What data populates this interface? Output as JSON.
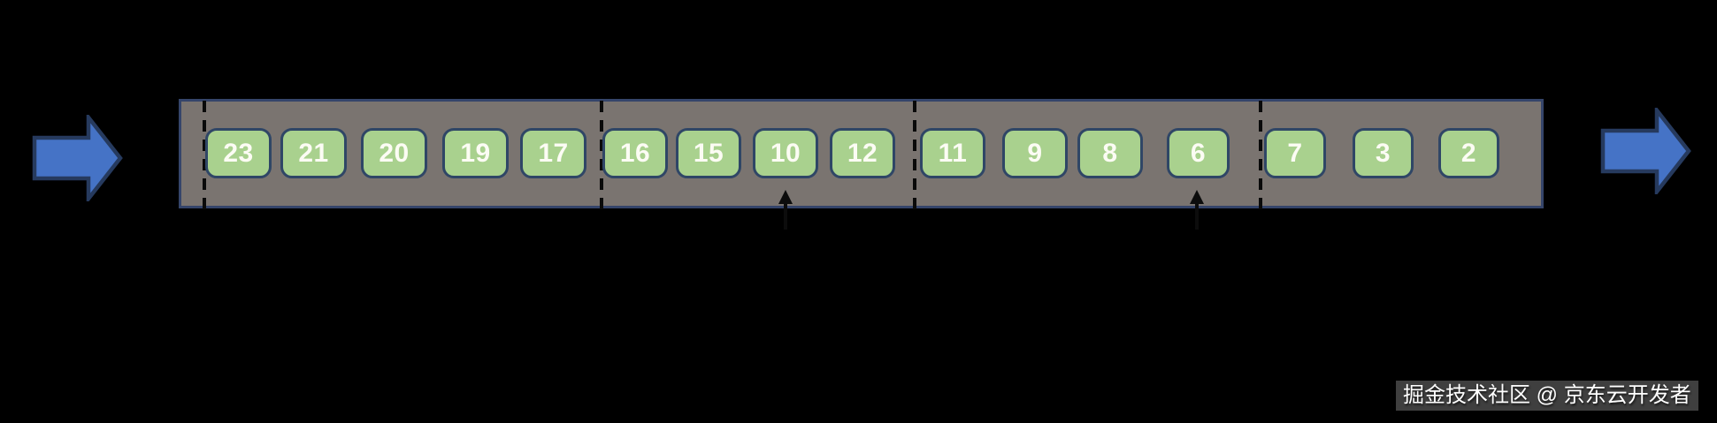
{
  "diagram": {
    "description": "Segmented queue band of numbered cells with flow arrows in and out",
    "boxes": [
      "23",
      "21",
      "20",
      "19",
      "17",
      "16",
      "15",
      "10",
      "12",
      "11",
      "9",
      "8",
      "6",
      "7",
      "3",
      "2"
    ],
    "sections": {
      "count": 4,
      "grouping": [
        [
          "23",
          "21",
          "20",
          "19",
          "17"
        ],
        [
          "16",
          "15",
          "10",
          "12"
        ],
        [
          "11",
          "9",
          "8",
          "6"
        ],
        [
          "7",
          "3",
          "2"
        ]
      ],
      "divider_positions": "before 23, after 17, after 12, after 6"
    },
    "pointers": {
      "targets": [
        "10",
        "6"
      ]
    },
    "icons": {
      "left_flow": "arrow-right-icon",
      "right_flow": "arrow-right-icon",
      "pointer": "arrow-up-icon"
    },
    "colors": {
      "background": "#000000",
      "band_fill": "#7a7470",
      "band_border": "#35456a",
      "cell_fill": "#a9d18e",
      "cell_border": "#2f4666",
      "cell_text": "#fcfcf4",
      "flow_arrow_fill": "#4573c6",
      "flow_arrow_border": "#263a5e",
      "divider": "#0a0a0a"
    }
  },
  "watermark": {
    "text": "掘金技术社区 @ 京东云开发者"
  }
}
